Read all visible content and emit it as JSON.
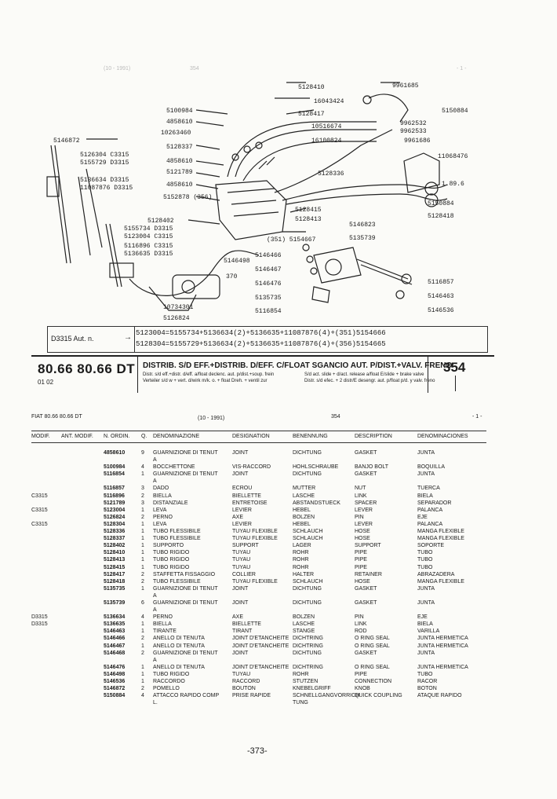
{
  "ghost_bleed": {
    "left": "(10 - 1991)",
    "mid": "354",
    "right": "- 1 -"
  },
  "diagram": {
    "labels": [
      "5128410",
      "9961685",
      "16043424",
      "5150884",
      "5128417",
      "5100984",
      "4858610",
      "10516674",
      "9962532",
      "9962533",
      "9961686",
      "10263460",
      "16100824",
      "5146872",
      "5128337",
      "5126304 C3315",
      "5155729 D3315",
      "4858610",
      "11068476",
      "5121789",
      "5128336",
      "5136634 D3315",
      "11087876 D3315",
      "4858610",
      "1.89.6",
      "5152878 (356)",
      "5150884",
      "5128415",
      "5128418",
      "5128402",
      "5128413",
      "5146823",
      "5155734 D3315",
      "5123004 C3315",
      "(351) 5154667",
      "5135739",
      "5116896 C3315",
      "5136635 D3315",
      "5146466",
      "5146498",
      "5146467",
      "370",
      "5146476",
      "5116857",
      "5135735",
      "5146463",
      "10734301",
      "5116854",
      "5146536",
      "5126824"
    ]
  },
  "supersession": {
    "label": "D3315 Aut. n.",
    "arrow": "→",
    "line1": "5123004=5155734+5136634(2)+5136635+11087876(4)+(351)5154666",
    "line2": "5128304=5155729+5136634(2)+5136635+11087876(4)+(356)5154665"
  },
  "title_block": {
    "model": "80.66 80.66 DT",
    "model_sub": "01 02",
    "title": "DISTRIB. S/D EFF.+DISTRIB. D/EFF. C/FLOAT SGANCIO AUT. P/DIST.+VALV. FRENO",
    "sub1": "Distr. s/d eff.+distr. d/eff. a/float declenc. aut. p/dist.+soup. frein",
    "sub2": "Verteiler s/d w + vert. d/wirk m/k. o. + float Dreh. + ventil zur",
    "sub3": "S/d act. slide + d/act. release a/float E/slide + brake valve",
    "sub4": "Distr. s/d efec. + 2 distr/E desengr. aut. p/float p/d. y valv. freno",
    "plate": "354"
  },
  "list_header": {
    "model": "FIAT 80.66 80.66 DT",
    "date": "(10 - 1991)",
    "plate": "354",
    "page": "- 1 -"
  },
  "columns": [
    "MODIF.",
    "ANT. MODIF.",
    "N. ORDIN.",
    "Q.",
    "DENOMINAZIONE",
    "DESIGNATION",
    "BENENNUNG",
    "DESCRIPTION",
    "DENOMINACIONES"
  ],
  "rows": [
    {
      "mod": "",
      "ant": "",
      "no": "4858610",
      "q": "9",
      "it": "GUARNIZIONE DI TENUT",
      "fr": "JOINT",
      "de": "DICHTUNG",
      "en": "GASKET",
      "es": "JUNTA"
    },
    {
      "mod": "",
      "ant": "",
      "no": "",
      "q": "",
      "it": "A",
      "fr": "",
      "de": "",
      "en": "",
      "es": ""
    },
    {
      "mod": "",
      "ant": "",
      "no": "5100984",
      "q": "4",
      "it": "BOCCHETTONE",
      "fr": "VIS-RACCORD",
      "de": "HOHLSCHRAUBE",
      "en": "BANJO BOLT",
      "es": "BOQUILLA"
    },
    {
      "mod": "",
      "ant": "",
      "no": "5116854",
      "q": "1",
      "it": "GUARNIZIONE DI TENUT",
      "fr": "JOINT",
      "de": "DICHTUNG",
      "en": "GASKET",
      "es": "JUNTA"
    },
    {
      "mod": "",
      "ant": "",
      "no": "",
      "q": "",
      "it": "A",
      "fr": "",
      "de": "",
      "en": "",
      "es": ""
    },
    {
      "mod": "",
      "ant": "",
      "no": "5116857",
      "q": "3",
      "it": "DADO",
      "fr": "ECROU",
      "de": "MUTTER",
      "en": "NUT",
      "es": "TUERCA"
    },
    {
      "mod": "C3315",
      "ant": "",
      "no": "5116896",
      "q": "2",
      "it": "BIELLA",
      "fr": "BIELLETTE",
      "de": "LASCHE",
      "en": "LINK",
      "es": "BIELA"
    },
    {
      "mod": "",
      "ant": "",
      "no": "5121789",
      "q": "3",
      "it": "DISTANZIALE",
      "fr": "ENTRETOISE",
      "de": "ABSTANDSTUECK",
      "en": "SPACER",
      "es": "SEPARADOR"
    },
    {
      "mod": "C3315",
      "ant": "",
      "no": "5123004",
      "q": "1",
      "it": "LEVA",
      "fr": "LEVIER",
      "de": "HEBEL",
      "en": "LEVER",
      "es": "PALANCA"
    },
    {
      "mod": "",
      "ant": "",
      "no": "5126824",
      "q": "2",
      "it": "PERNO",
      "fr": "AXE",
      "de": "BOLZEN",
      "en": "PIN",
      "es": "EJE"
    },
    {
      "mod": "C3315",
      "ant": "",
      "no": "5128304",
      "q": "1",
      "it": "LEVA",
      "fr": "LEVIER",
      "de": "HEBEL",
      "en": "LEVER",
      "es": "PALANCA"
    },
    {
      "mod": "",
      "ant": "",
      "no": "5128336",
      "q": "1",
      "it": "TUBO FLESSIBILE",
      "fr": "TUYAU FLEXIBLE",
      "de": "SCHLAUCH",
      "en": "HOSE",
      "es": "MANGA FLEXIBLE"
    },
    {
      "mod": "",
      "ant": "",
      "no": "5128337",
      "q": "1",
      "it": "TUBO FLESSIBILE",
      "fr": "TUYAU FLEXIBLE",
      "de": "SCHLAUCH",
      "en": "HOSE",
      "es": "MANGA FLEXIBLE"
    },
    {
      "mod": "",
      "ant": "",
      "no": "5128402",
      "q": "1",
      "it": "SUPPORTO",
      "fr": "SUPPORT",
      "de": "LAGER",
      "en": "SUPPORT",
      "es": "SOPORTE"
    },
    {
      "mod": "",
      "ant": "",
      "no": "5128410",
      "q": "1",
      "it": "TUBO RIGIDO",
      "fr": "TUYAU",
      "de": "ROHR",
      "en": "PIPE",
      "es": "TUBO"
    },
    {
      "mod": "",
      "ant": "",
      "no": "5128413",
      "q": "1",
      "it": "TUBO RIGIDO",
      "fr": "TUYAU",
      "de": "ROHR",
      "en": "PIPE",
      "es": "TUBO"
    },
    {
      "mod": "",
      "ant": "",
      "no": "5128415",
      "q": "1",
      "it": "TUBO RIGIDO",
      "fr": "TUYAU",
      "de": "ROHR",
      "en": "PIPE",
      "es": "TUBO"
    },
    {
      "mod": "",
      "ant": "",
      "no": "5128417",
      "q": "2",
      "it": "STAFFETTA FISSAGGIO",
      "fr": "COLLIER",
      "de": "HALTER",
      "en": "RETAINER",
      "es": "ABRAZADERA"
    },
    {
      "mod": "",
      "ant": "",
      "no": "5128418",
      "q": "2",
      "it": "TUBO FLESSIBILE",
      "fr": "TUYAU FLEXIBLE",
      "de": "SCHLAUCH",
      "en": "HOSE",
      "es": "MANGA FLEXIBLE"
    },
    {
      "mod": "",
      "ant": "",
      "no": "5135735",
      "q": "1",
      "it": "GUARNIZIONE DI TENUT",
      "fr": "JOINT",
      "de": "DICHTUNG",
      "en": "GASKET",
      "es": "JUNTA"
    },
    {
      "mod": "",
      "ant": "",
      "no": "",
      "q": "",
      "it": "A",
      "fr": "",
      "de": "",
      "en": "",
      "es": ""
    },
    {
      "mod": "",
      "ant": "",
      "no": "5135739",
      "q": "6",
      "it": "GUARNIZIONE DI TENUT",
      "fr": "JOINT",
      "de": "DICHTUNG",
      "en": "GASKET",
      "es": "JUNTA"
    },
    {
      "mod": "",
      "ant": "",
      "no": "",
      "q": "",
      "it": "A",
      "fr": "",
      "de": "",
      "en": "",
      "es": ""
    },
    {
      "mod": "D3315",
      "ant": "",
      "no": "5136634",
      "q": "4",
      "it": "PERNO",
      "fr": "AXE",
      "de": "BOLZEN",
      "en": "PIN",
      "es": "EJE"
    },
    {
      "mod": "D3315",
      "ant": "",
      "no": "5136635",
      "q": "1",
      "it": "BIELLA",
      "fr": "BIELLETTE",
      "de": "LASCHE",
      "en": "LINK",
      "es": "BIELA"
    },
    {
      "mod": "",
      "ant": "",
      "no": "5146463",
      "q": "1",
      "it": "TIRANTE",
      "fr": "TIRANT",
      "de": "STANGE",
      "en": "ROD",
      "es": "VARILLA"
    },
    {
      "mod": "",
      "ant": "",
      "no": "5146466",
      "q": "2",
      "it": "ANELLO DI TENUTA",
      "fr": "JOINT D'ETANCHEITE",
      "de": "DICHTRING",
      "en": "O RING SEAL",
      "es": "JUNTA HERMETICA"
    },
    {
      "mod": "",
      "ant": "",
      "no": "5146467",
      "q": "1",
      "it": "ANELLO DI TENUTA",
      "fr": "JOINT D'ETANCHEITE",
      "de": "DICHTRING",
      "en": "O RING SEAL",
      "es": "JUNTA HERMETICA"
    },
    {
      "mod": "",
      "ant": "",
      "no": "5146468",
      "q": "2",
      "it": "GUARNIZIONE DI TENUT",
      "fr": "JOINT",
      "de": "DICHTUNG",
      "en": "GASKET",
      "es": "JUNTA"
    },
    {
      "mod": "",
      "ant": "",
      "no": "",
      "q": "",
      "it": "A",
      "fr": "",
      "de": "",
      "en": "",
      "es": ""
    },
    {
      "mod": "",
      "ant": "",
      "no": "5146476",
      "q": "1",
      "it": "ANELLO DI TENUTA",
      "fr": "JOINT D'ETANCHEITE",
      "de": "DICHTRING",
      "en": "O RING SEAL",
      "es": "JUNTA HERMETICA"
    },
    {
      "mod": "",
      "ant": "",
      "no": "5146498",
      "q": "1",
      "it": "TUBO RIGIDO",
      "fr": "TUYAU",
      "de": "ROHR",
      "en": "PIPE",
      "es": "TUBO"
    },
    {
      "mod": "",
      "ant": "",
      "no": "5146536",
      "q": "1",
      "it": "RACCORDO",
      "fr": "RACCORD",
      "de": "STUTZEN",
      "en": "CONNECTION",
      "es": "RACOR"
    },
    {
      "mod": "",
      "ant": "",
      "no": "5146872",
      "q": "2",
      "it": "POMELLO",
      "fr": "BOUTON",
      "de": "KNEBELGRIFF",
      "en": "KNOB",
      "es": "BOTON"
    },
    {
      "mod": "",
      "ant": "",
      "no": "5150884",
      "q": "4",
      "it": "ATTACCO RAPIDO COMP",
      "fr": "PRISE RAPIDE",
      "de": "SCHNELLGANGVORRICH",
      "en": "QUICK COUPLING",
      "es": "ATAQUE RAPIDO"
    },
    {
      "mod": "",
      "ant": "",
      "no": "",
      "q": "",
      "it": "L.",
      "fr": "",
      "de": "TUNG",
      "en": "",
      "es": ""
    }
  ],
  "page_number": "-373-"
}
